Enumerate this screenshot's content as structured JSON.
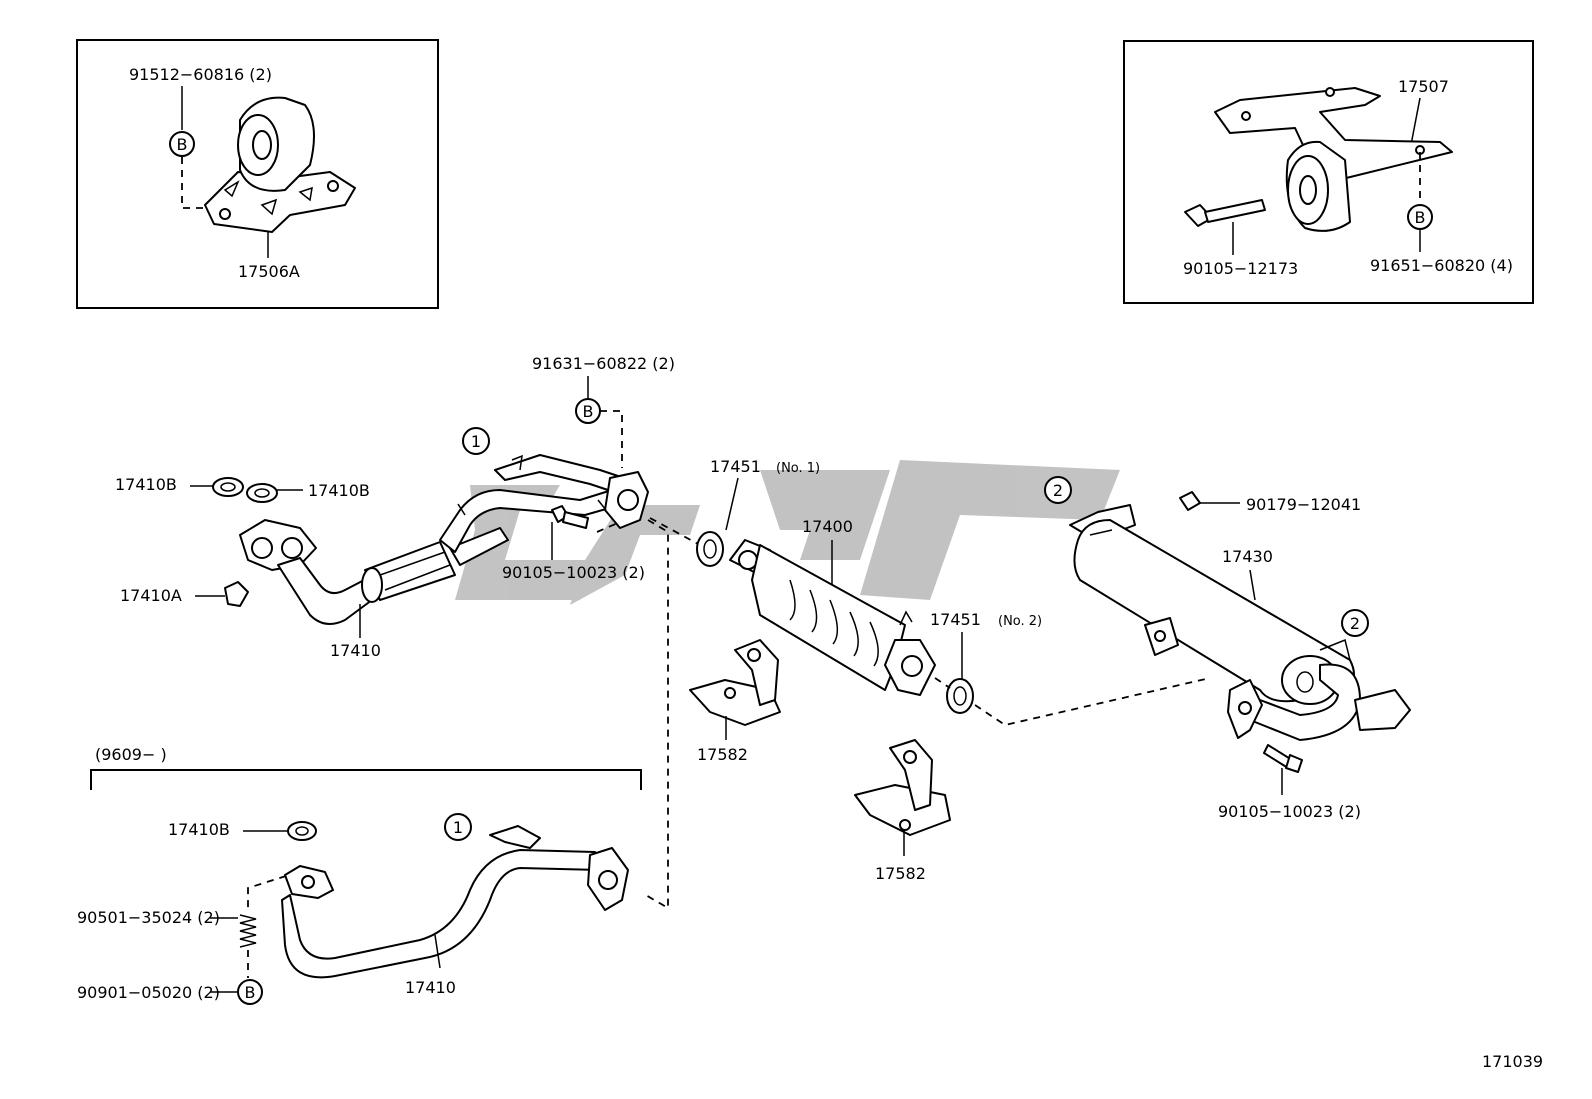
{
  "diagram_number": "171039",
  "watermark_colors": [
    "#b8b8b8"
  ],
  "labels": {
    "p_91512_60816": "91512−60816 (2)",
    "p_17506a": "17506A",
    "p_17507": "17507",
    "p_90105_12173": "90105−12173",
    "p_91651_60820": "91651−60820 (4)",
    "p_91631_60822": "91631−60822 (2)",
    "p_17410b_left": "17410B",
    "p_17410b_right": "17410B",
    "p_17410a": "17410A",
    "p_17410_top": "17410",
    "p_90105_10023_a": "90105−10023 (2)",
    "p_17451_no1": "17451",
    "p_17451_no1_note": "(No. 1)",
    "p_17400": "17400",
    "p_17451_no2": "17451",
    "p_17451_no2_note": "(No. 2)",
    "p_17582_left": "17582",
    "p_17582_right": "17582",
    "p_90179_12041": "90179−12041",
    "p_17430": "17430",
    "p_90105_10023_b": "90105−10023 (2)",
    "date_range": "(9609−      )",
    "p_17410b_lower": "17410B",
    "p_90501_35024": "90501−35024 (2)",
    "p_90901_05020": "90901−05020 (2)",
    "p_17410_lower": "17410"
  },
  "markers": {
    "b": "B",
    "one": "1",
    "two": "2"
  }
}
